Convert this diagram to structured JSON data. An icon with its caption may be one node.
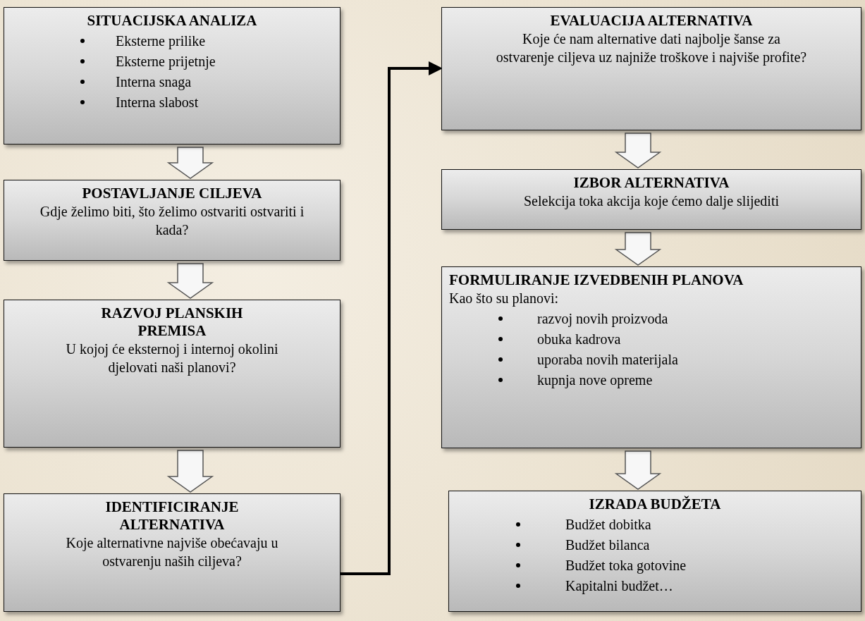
{
  "diagram": {
    "nodes": [
      {
        "text": [
          "SITUACIJSKA ANALIZA",
          "Eksterne prilike",
          "Eksterne prijetnje",
          "Interna snaga",
          "Interna slabost"
        ]
      },
      {
        "text": [
          "POSTAVLJANJE CILJEVA",
          "Gdje želimo biti, što želimo ostvariti ostvariti i kada?"
        ]
      },
      {
        "text": [
          "RAZVOJ PLANSKIH PREMISA",
          "U kojoj će eksternoj i internoj okolini djelovati naši planovi?"
        ]
      },
      {
        "text": [
          "IDENTIFICIRANJE ALTERNATIVA",
          "Koje alternativne najviše obećavaju u ostvarenju naših ciljeva?"
        ]
      },
      {
        "text": [
          "EVALUACIJA ALTERNATIVA",
          "Koje će nam alternative dati najbolje šanse za ostvarenje ciljeva uz najniže troškove i najviše profite?"
        ]
      },
      {
        "text": [
          "IZBOR ALTERNATIVA",
          "Selekcija toka akcija koje ćemo dalje slijediti"
        ]
      },
      {
        "text": [
          "FORMULIRANJE IZVEDBENIH PLANOVA",
          "Kao što su planovi:",
          "razvoj novih proizvoda",
          "obuka kadrova",
          "uporaba novih materijala",
          "kupnja nove opreme"
        ]
      },
      {
        "text": [
          "IZRADA BUDŽETA",
          "Budžet dobitka",
          "Budžet bilanca",
          "Budžet toka gotovine",
          "Kapitalni budžet…"
        ]
      }
    ],
    "edges": [
      {
        "from": 0,
        "to": 1,
        "arrow": "to"
      },
      {
        "from": 1,
        "to": 2,
        "arrow": "to"
      },
      {
        "from": 2,
        "to": 3,
        "arrow": "to"
      },
      {
        "from": 3,
        "to": 4,
        "arrow": "to",
        "color": "#000000"
      },
      {
        "from": 4,
        "to": 5,
        "arrow": "to"
      },
      {
        "from": 5,
        "to": 6,
        "arrow": "to"
      },
      {
        "from": 6,
        "to": 7,
        "arrow": "to"
      }
    ]
  }
}
